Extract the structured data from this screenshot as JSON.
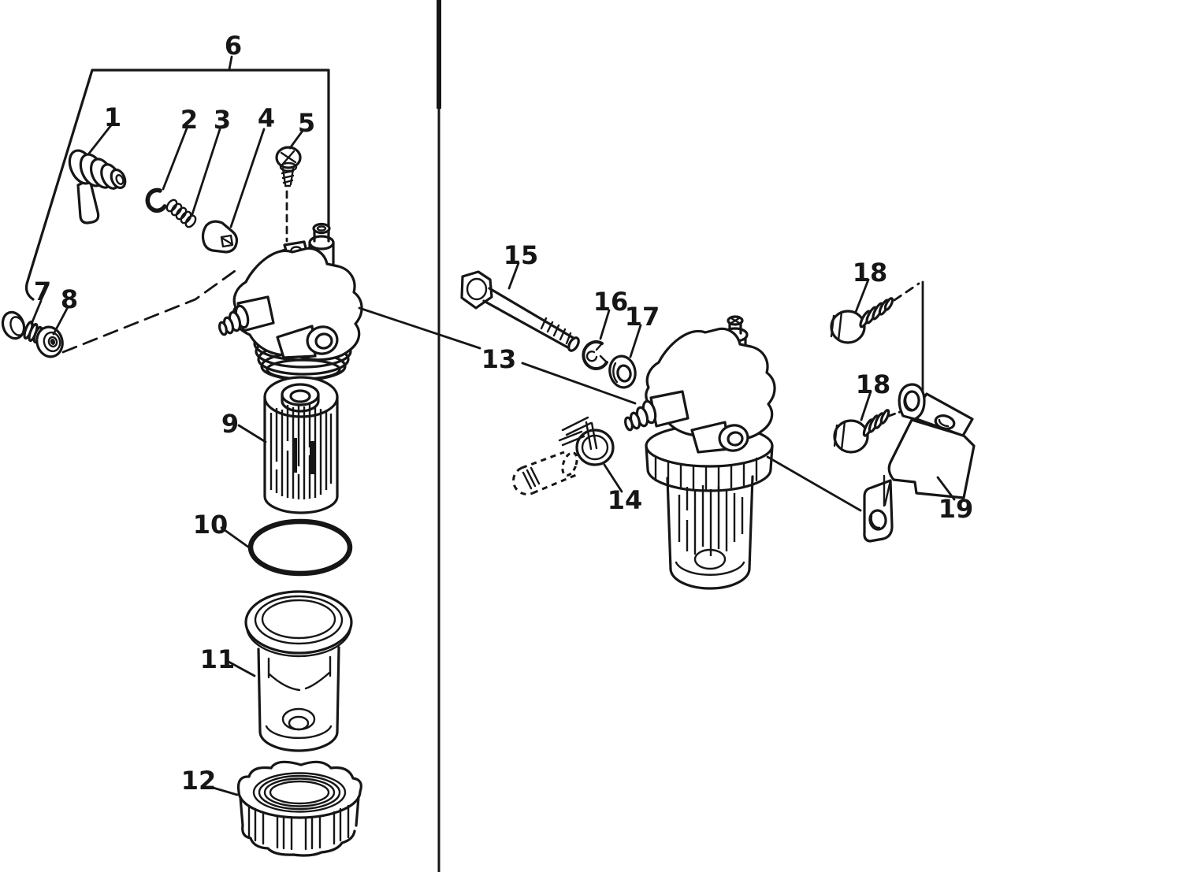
{
  "figure": {
    "type": "exploded-parts-diagram",
    "background": "#ffffff",
    "line_color": "#161616",
    "callouts": [
      {
        "label": "1",
        "part": "plug-cock"
      },
      {
        "label": "2",
        "part": "seal-ring"
      },
      {
        "label": "3",
        "part": "spring"
      },
      {
        "label": "4",
        "part": "valve-plunger"
      },
      {
        "label": "5",
        "part": "screw"
      },
      {
        "label": "6",
        "part": "filter-head-assembly-group"
      },
      {
        "label": "7",
        "part": "bolt-short"
      },
      {
        "label": "8",
        "part": "flange-nut"
      },
      {
        "label": "9",
        "part": "filter-element"
      },
      {
        "label": "10",
        "part": "o-ring"
      },
      {
        "label": "11",
        "part": "sediment-bowl"
      },
      {
        "label": "12",
        "part": "retainer-ring-nut"
      },
      {
        "label": "13",
        "part": "assembly-position-reference"
      },
      {
        "label": "14",
        "part": "hose-with-clamp"
      },
      {
        "label": "15",
        "part": "bolt-long"
      },
      {
        "label": "16",
        "part": "lock-clip"
      },
      {
        "label": "17",
        "part": "grommet-washer"
      },
      {
        "label": "18",
        "part": "mounting-bolt-upper"
      },
      {
        "label": "18",
        "part": "mounting-bolt-lower"
      },
      {
        "label": "19",
        "part": "mounting-bracket"
      }
    ]
  }
}
